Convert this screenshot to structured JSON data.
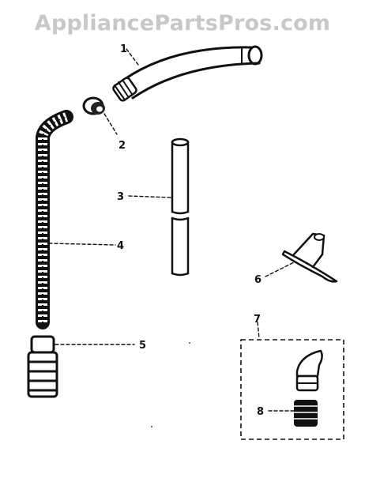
{
  "watermark": "AppliancePartsPros.com",
  "callouts": {
    "c1": "1",
    "c2": "2",
    "c3": "3",
    "c4": "4",
    "c5": "5",
    "c6": "6",
    "c7": "7",
    "c8": "8"
  }
}
